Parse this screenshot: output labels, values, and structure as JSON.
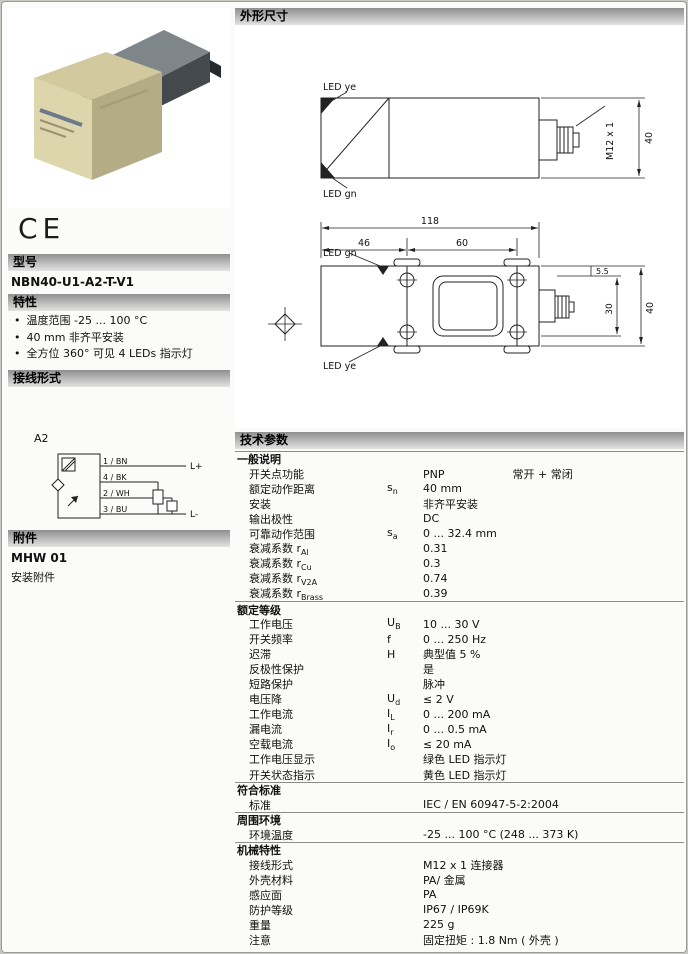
{
  "left": {
    "ce_mark": "CE",
    "model": {
      "header": "型号",
      "number": "NBN40-U1-A2-T-V1"
    },
    "features": {
      "header": "特性",
      "items": [
        "温度范围 -25 ... 100 °C",
        "40 mm 非齐平安装",
        "全方位 360° 可见 4 LEDs 指示灯"
      ]
    },
    "connection": {
      "header": "接线形式",
      "diagram_label": "A2",
      "pins": [
        "1 / BN",
        "4 / BK",
        "2 / WH",
        "3 / BU"
      ],
      "l_plus": "L+",
      "l_minus": "L-"
    },
    "accessories": {
      "header": "附件",
      "model": "MHW 01",
      "desc": "安装附件"
    }
  },
  "right": {
    "dimensions": {
      "header": "外形尺寸",
      "labels": {
        "led_ye_top": "LED ye",
        "led_gn_top": "LED gn",
        "m12": "M12 x 1",
        "h40_side": "40",
        "w118": "118",
        "w46": "46",
        "w60": "60",
        "led_gn_bottom": "LED gn",
        "led_ye_bottom": "LED ye",
        "d55": "5.5",
        "d30": "30",
        "d40": "40"
      }
    },
    "tech": {
      "header": "技术参数",
      "sections": [
        {
          "title": "一般说明",
          "rows": [
            {
              "label": "开关点功能",
              "value": "PNP",
              "value2": "常开 + 常闭"
            },
            {
              "label": "额定动作距离",
              "sym": "s",
              "sub": "n",
              "value": "40 mm"
            },
            {
              "label": "安装",
              "value": "非齐平安装"
            },
            {
              "label": "输出极性",
              "value": "DC"
            },
            {
              "label": "可靠动作范围",
              "sym": "s",
              "sub": "a",
              "value": "0 ... 32.4 mm"
            },
            {
              "label": "衰减系数 r",
              "label_sub": "Al",
              "value": "0.31"
            },
            {
              "label": "衰减系数 r",
              "label_sub": "Cu",
              "value": "0.3"
            },
            {
              "label": "衰减系数 r",
              "label_sub": "V2A",
              "value": "0.74"
            },
            {
              "label": "衰减系数 r",
              "label_sub": "Brass",
              "value": "0.39"
            }
          ]
        },
        {
          "title": "额定等级",
          "rows": [
            {
              "label": "工作电压",
              "sym": "U",
              "sub": "B",
              "value": "10 ... 30 V"
            },
            {
              "label": "开关频率",
              "sym": "f",
              "value": "0 ... 250 Hz"
            },
            {
              "label": "迟滞",
              "sym": "H",
              "value": "典型值 5 %"
            },
            {
              "label": "反极性保护",
              "value": "是"
            },
            {
              "label": "短路保护",
              "value": "脉冲"
            },
            {
              "label": "电压降",
              "sym": "U",
              "sub": "d",
              "value": "≤ 2 V"
            },
            {
              "label": "工作电流",
              "sym": "I",
              "sub": "L",
              "value": "0 ... 200 mA"
            },
            {
              "label": "漏电流",
              "sym": "I",
              "sub": "r",
              "value": "0 ... 0.5 mA"
            },
            {
              "label": "空载电流",
              "sym": "I",
              "sub": "o",
              "value": "≤ 20 mA"
            },
            {
              "label": "工作电压显示",
              "value": "绿色 LED 指示灯"
            },
            {
              "label": "开关状态指示",
              "value": "黄色 LED 指示灯"
            }
          ]
        },
        {
          "title": "符合标准",
          "rows": [
            {
              "label": "标准",
              "value": "IEC / EN 60947-5-2:2004"
            }
          ]
        },
        {
          "title": "周围环境",
          "rows": [
            {
              "label": "环境温度",
              "value": "-25 ... 100 °C (248 ... 373 K)"
            }
          ]
        },
        {
          "title": "机械特性",
          "rows": [
            {
              "label": "接线形式",
              "value": "M12 x 1 连接器"
            },
            {
              "label": "外壳材料",
              "value": "PA/ 金属"
            },
            {
              "label": "感应面",
              "value": "PA"
            },
            {
              "label": "防护等级",
              "value": "IP67 / IP69K"
            },
            {
              "label": "重量",
              "value": "225 g"
            },
            {
              "label": "注意",
              "value": "固定扭矩 : 1.8 Nm ( 外壳 )"
            }
          ]
        }
      ]
    }
  }
}
